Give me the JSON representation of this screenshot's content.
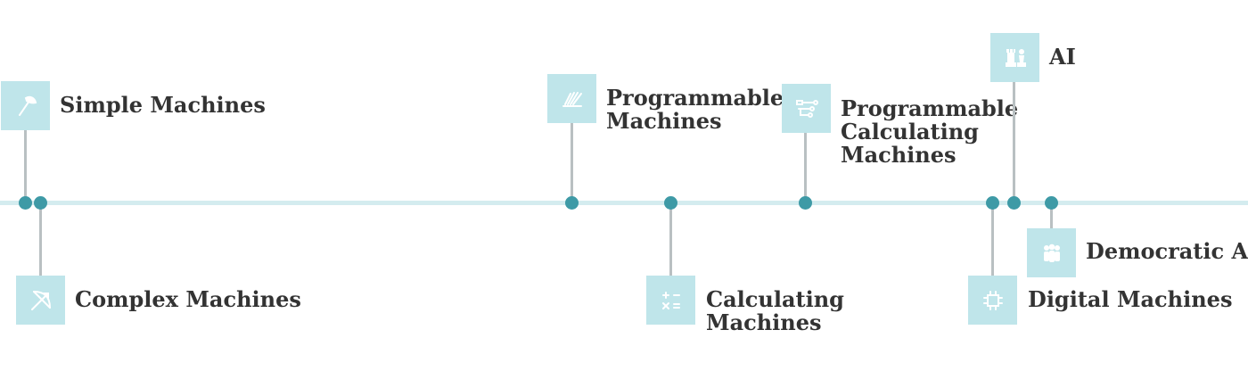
{
  "timeline": {
    "colors": {
      "accent": "#3e9aa6",
      "tile": "#bfe5ea",
      "line": "#d4ecef",
      "stem": "#b9c0c2",
      "text": "#333333"
    },
    "milestones": [
      {
        "id": "simple",
        "label": "Simple Machines",
        "icon": "axe-icon"
      },
      {
        "id": "complex",
        "label": "Complex Machines",
        "icon": "bow-arrow-icon"
      },
      {
        "id": "programmable",
        "label_lines": [
          "Programmable",
          "Machines"
        ],
        "icon": "loom-icon"
      },
      {
        "id": "calculating",
        "label_lines": [
          "Calculating",
          "Machines"
        ],
        "icon": "calculator-icon"
      },
      {
        "id": "prog-calculating",
        "label_lines": [
          "Programmable",
          "Calculating",
          "Machines"
        ],
        "icon": "circuit-icon"
      },
      {
        "id": "digital",
        "label": "Digital Machines",
        "icon": "chip-icon"
      },
      {
        "id": "ai",
        "label": "AI",
        "icon": "chess-icon"
      },
      {
        "id": "democratic-ai",
        "label": "Democratic AI",
        "icon": "people-icon"
      }
    ]
  }
}
